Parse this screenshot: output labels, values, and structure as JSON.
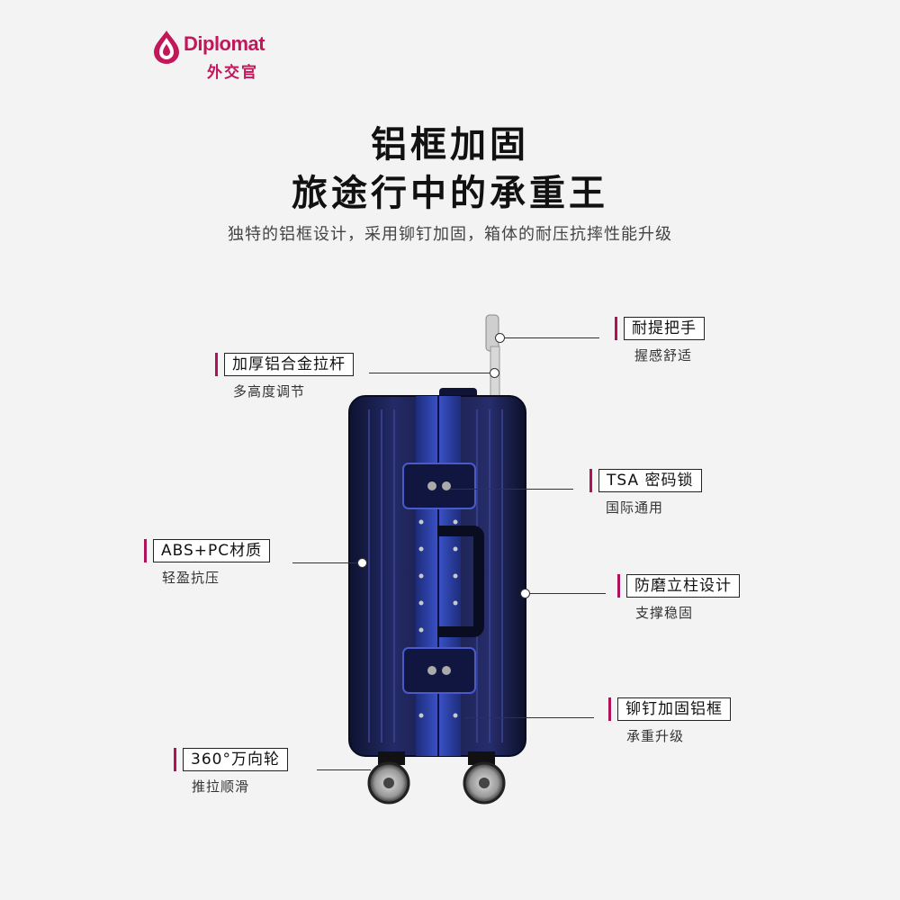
{
  "brand": {
    "logo_text": "Diplomat",
    "logo_cn": "外交官",
    "color": "#c2185b"
  },
  "headline": {
    "line1": "铝框加固",
    "line2": "旅途行中的承重王",
    "subtitle": "独特的铝框设计，采用铆钉加固，箱体的耐压抗摔性能升级"
  },
  "features": [
    {
      "title": "耐提把手",
      "desc": "握感舒适"
    },
    {
      "title": "加厚铝合金拉杆",
      "desc": "多高度调节"
    },
    {
      "title": "TSA 密码锁",
      "desc": "国际通用"
    },
    {
      "title": "ABS+PC材质",
      "desc": "轻盈抗压"
    },
    {
      "title": "防磨立柱设计",
      "desc": "支撑稳固"
    },
    {
      "title": "铆钉加固铝框",
      "desc": "承重升级"
    },
    {
      "title": "360°万向轮",
      "desc": "推拉顺滑"
    }
  ],
  "colors": {
    "accent_bar": "#b0125a",
    "suitcase_body": "#1a1f4a",
    "frame": "#2b3fa0"
  },
  "icons": [
    "logo-drop-icon",
    "suitcase-image"
  ]
}
